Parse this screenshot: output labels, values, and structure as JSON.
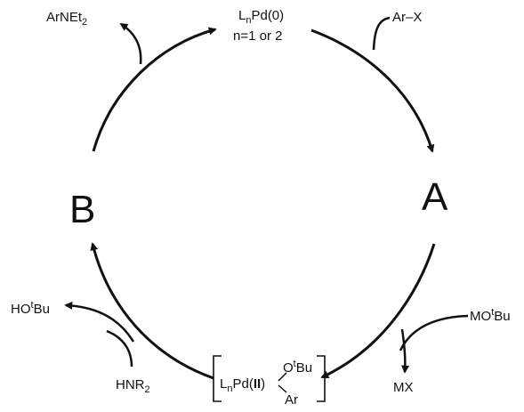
{
  "cycle": {
    "catalyst": {
      "L": "L",
      "n": "n",
      "rest": "Pd(0)",
      "note": "n=1 or 2"
    },
    "intermediate_a": "A",
    "intermediate_b": "B",
    "reagents": {
      "aryl_halide": "Ar–X",
      "base_pre": "MO",
      "base_sup": "t",
      "base_post": "Bu",
      "salt": "MX",
      "amine_pre": "HNR",
      "amine_sub": "2",
      "alcohol_pre": "HO",
      "alcohol_sup": "t",
      "alcohol_post": "Bu",
      "product_pre": "ArNEt",
      "product_sub": "2"
    },
    "complex": {
      "L": "L",
      "n": "n",
      "pd": "Pd(",
      "ox": "II",
      "close": ")",
      "o_pre": "O",
      "o_sup": "t",
      "o_post": "Bu",
      "ar": "Ar"
    }
  },
  "colors": {
    "ink": "#111111",
    "background": "#ffffff"
  }
}
